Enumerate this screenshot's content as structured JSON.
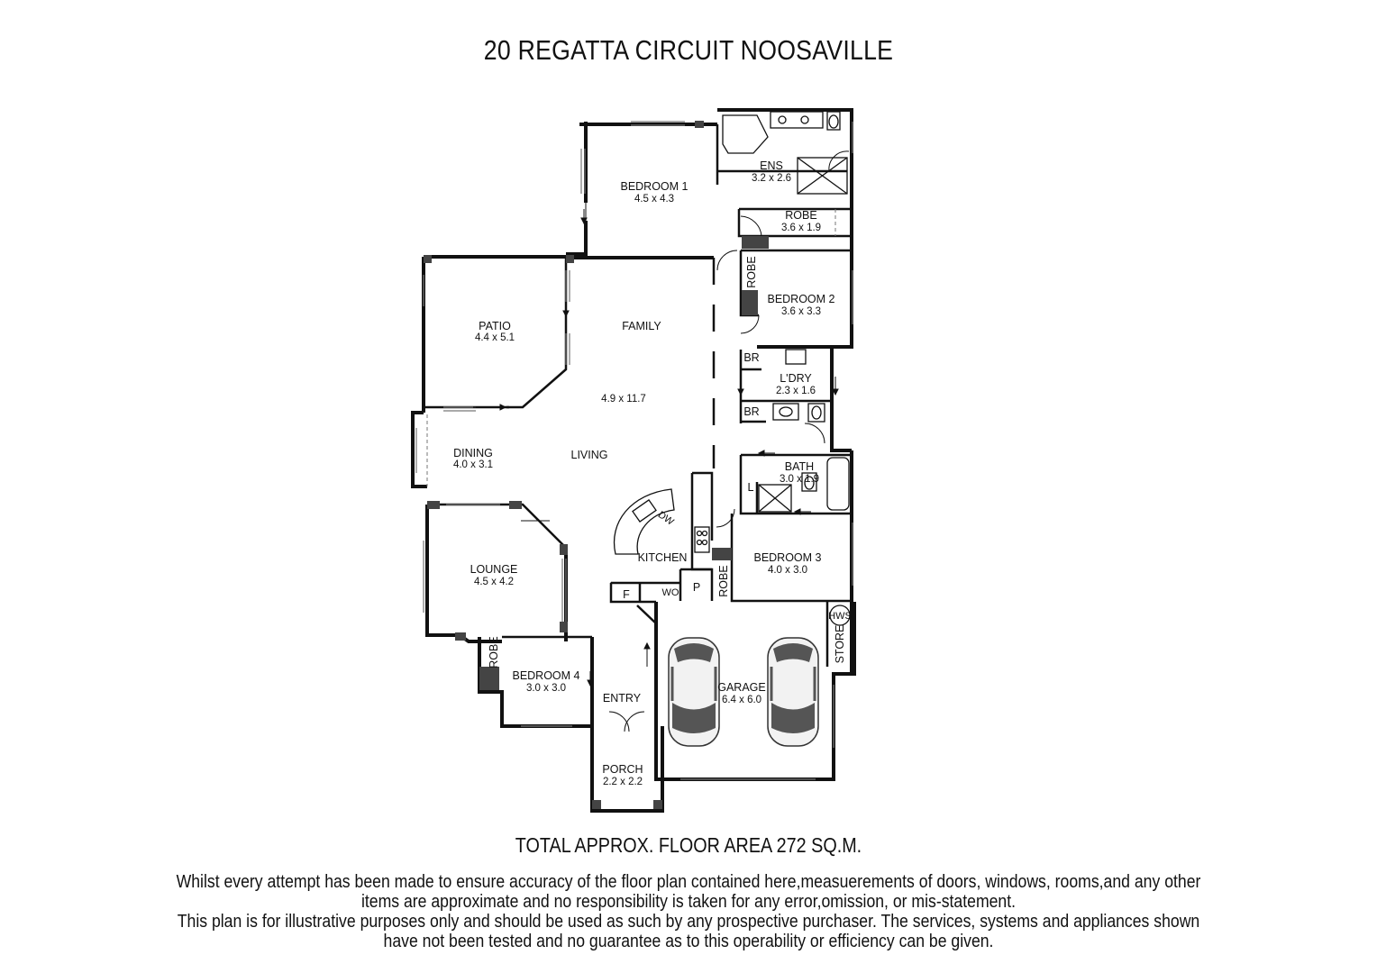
{
  "title": "20 REGATTA CIRCUIT NOOSAVILLE",
  "rooms": {
    "bedroom1": {
      "name": "BEDROOM 1",
      "size": "4.5 x 4.3"
    },
    "ens": {
      "name": "ENS",
      "size": "3.2 x 2.6"
    },
    "robe_master": {
      "name": "ROBE",
      "size": "3.6 x 1.9"
    },
    "robe2": {
      "name": "ROBE"
    },
    "bedroom2": {
      "name": "BEDROOM 2",
      "size": "3.6 x 3.3"
    },
    "patio": {
      "name": "PATIO",
      "size": "4.4 x 5.1"
    },
    "family": {
      "name": "FAMILY",
      "size": "4.9 x 11.7"
    },
    "br1": {
      "name": "BR"
    },
    "br2": {
      "name": "BR"
    },
    "laundry": {
      "name": "L'DRY",
      "size": "2.3 x 1.6"
    },
    "dining": {
      "name": "DINING",
      "size": "4.0 x 3.1"
    },
    "living": {
      "name": "LIVING"
    },
    "bath": {
      "name": "BATH",
      "size": "3.0 x 1.9"
    },
    "linen": {
      "name": "L"
    },
    "kitchen": {
      "name": "KITCHEN"
    },
    "dw": {
      "name": "DW"
    },
    "bedroom3": {
      "name": "BEDROOM 3",
      "size": "4.0 x 3.0"
    },
    "lounge": {
      "name": "LOUNGE",
      "size": "4.5 x 4.2"
    },
    "fridge": {
      "name": "F"
    },
    "wo": {
      "name": "WO"
    },
    "pantry": {
      "name": "P"
    },
    "robe3": {
      "name": "ROBE"
    },
    "hws": {
      "name": "HWS"
    },
    "store": {
      "name": "STORE"
    },
    "robe4": {
      "name": "ROBE"
    },
    "bedroom4": {
      "name": "BEDROOM 4",
      "size": "3.0 x 3.0"
    },
    "entry": {
      "name": "ENTRY"
    },
    "garage": {
      "name": "GARAGE",
      "size": "6.4 x 6.0"
    },
    "porch": {
      "name": "PORCH",
      "size": "2.2 x 2.2"
    }
  },
  "total_area": "TOTAL APPROX. FLOOR AREA 272 SQ.M.",
  "disclaimer": [
    "Whilst every attempt has been made to ensure accuracy of the floor plan contained here,measuerements of doors, windows, rooms,and any other",
    "items are approximate  and no responsibility is taken for any error,omission, or mis-statement.",
    "This plan is for illustrative purposes only and should be used as such by any prospective purchaser. The services, systems and appliances shown",
    "have not been tested and no guarantee as to this operability or efficiency can be given."
  ]
}
